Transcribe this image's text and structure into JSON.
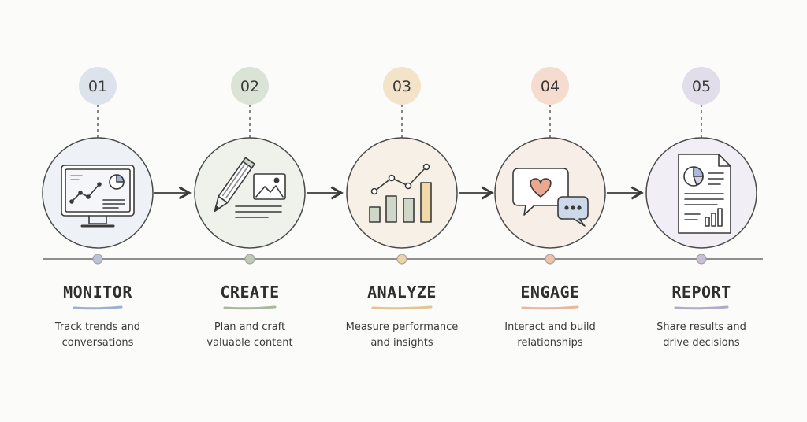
{
  "steps": [
    {
      "number": "01",
      "title": "MONITOR",
      "desc_line1": "Track trends and",
      "desc_line2": "conversations",
      "badge_color": "#dde3ec",
      "circle_color": "#eef1f6",
      "underline_color": "#9eb0cf",
      "icon": "monitor-chart-icon"
    },
    {
      "number": "02",
      "title": "CREATE",
      "desc_line1": "Plan and craft",
      "desc_line2": "valuable content",
      "badge_color": "#dbe3d6",
      "circle_color": "#eef2eb",
      "underline_color": "#a8b89c",
      "icon": "pencil-image-icon"
    },
    {
      "number": "03",
      "title": "ANALYZE",
      "desc_line1": "Measure performance",
      "desc_line2": "and insights",
      "badge_color": "#f3e4c9",
      "circle_color": "#f7f0e6",
      "underline_color": "#e2c58f",
      "icon": "bar-chart-trend-icon"
    },
    {
      "number": "04",
      "title": "ENGAGE",
      "desc_line1": "Interact and build",
      "desc_line2": "relationships",
      "badge_color": "#f6dccf",
      "circle_color": "#f8eee8",
      "underline_color": "#e8b7a0",
      "icon": "chat-heart-icon"
    },
    {
      "number": "05",
      "title": "REPORT",
      "desc_line1": "Share results and",
      "desc_line2": "drive decisions",
      "badge_color": "#e1ddea",
      "circle_color": "#f1eff5",
      "underline_color": "#b3a9c9",
      "icon": "report-document-icon"
    }
  ],
  "colors": {
    "line": "#6b6b6b",
    "dot_colors": [
      "#b9c4d8",
      "#bfc9b6",
      "#edd3a8",
      "#efc0ab",
      "#c6bfd6"
    ]
  }
}
